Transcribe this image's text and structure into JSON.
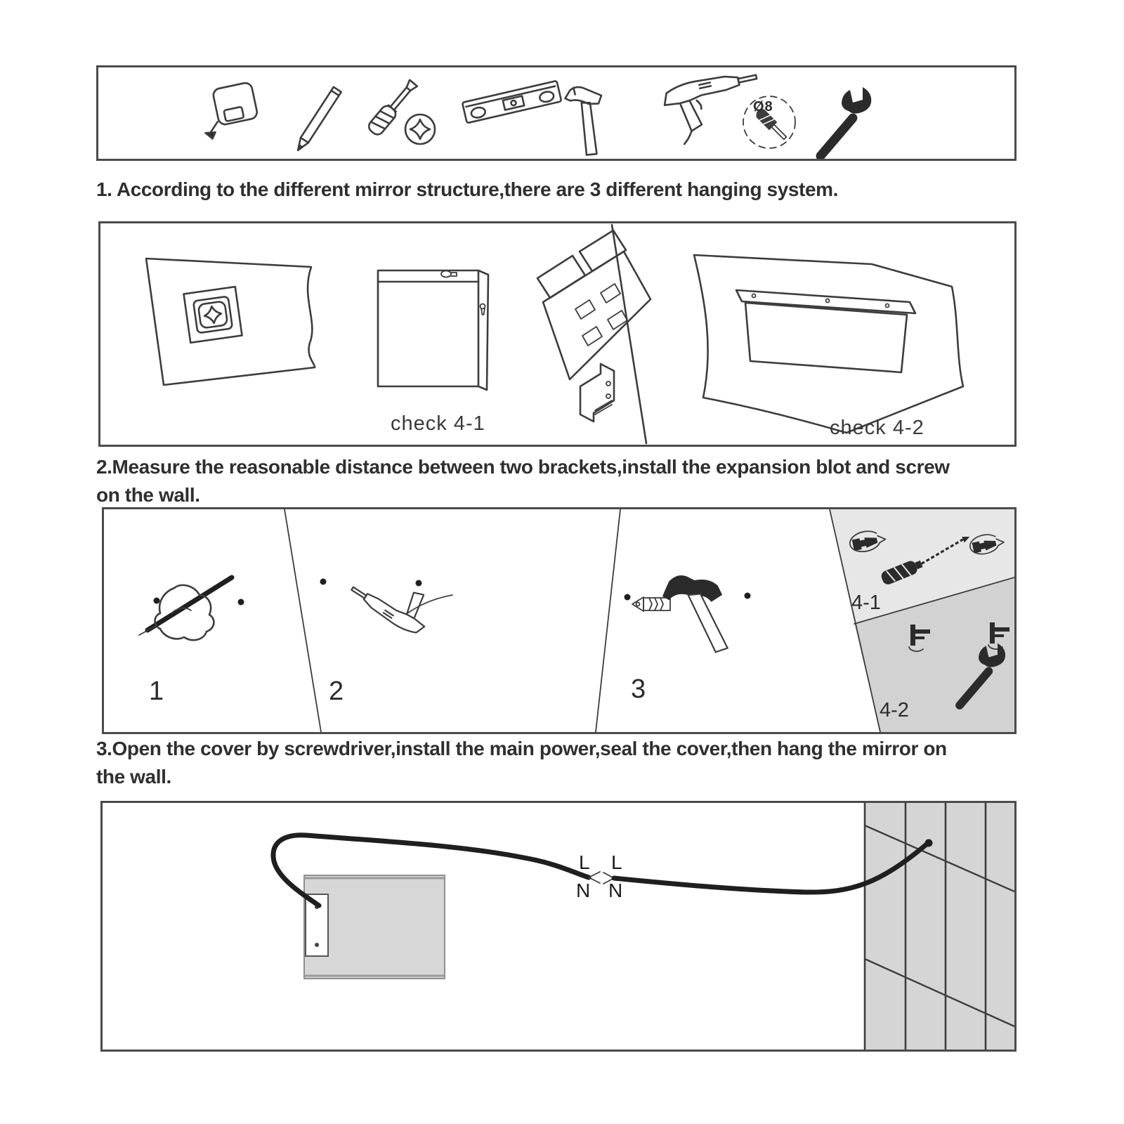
{
  "document": {
    "kind": "mirror installation instruction sheet"
  },
  "tools": {
    "drill_bit_diameter": "Ø8",
    "icons": [
      "tape-measure",
      "pencil",
      "phillips-screwdriver",
      "phillips-symbol",
      "spirit-level",
      "hammer",
      "electric-drill",
      "drill-bit-diameter-callout",
      "wrench"
    ]
  },
  "steps": [
    {
      "lines": [
        "1. According to the different mirror structure,there are 3 different hanging system."
      ]
    },
    {
      "lines": [
        "2.Measure the reasonable distance between two brackets,install the expansion blot and screw",
        "on the wall."
      ]
    },
    {
      "lines": [
        "3.Open the cover by screwdriver,install the main power,seal the cover,then hang the mirror on",
        "the wall."
      ]
    }
  ],
  "hanging_systems": {
    "check_4_1_label": "check 4-1",
    "check_4_2_label": "check 4-2",
    "illustrations": [
      "mirror-back-keyhole-plate",
      "hanging-frame-with-hook",
      "slotted-bracket-plate",
      "z-clip-bracket",
      "mirror-back-rail-bracket"
    ]
  },
  "mounting_steps": {
    "panel_1_label": "1",
    "panel_2_label": "2",
    "panel_3_label": "3",
    "panel_4_1_label": "4-1",
    "panel_4_2_label": "4-2",
    "illustrations": [
      "hand-marking-with-pencil",
      "drilling-holes",
      "expansion-anchor-and-hammer",
      "screws-with-screwdriver",
      "brackets-with-wrench"
    ]
  },
  "wiring": {
    "left_live_label": "L",
    "left_neutral_label": "N",
    "right_live_label": "L",
    "right_neutral_label": "N",
    "illustrations": [
      "power-supply-box",
      "mains-cable",
      "tiled-wall"
    ]
  },
  "colors": {
    "line": "#3d3d3d",
    "panel_4_1_bg": "#e7e7e7",
    "panel_4_2_bg": "#d2d2d2",
    "tile_wall_bg": "#d5d5d5",
    "power_box_bg": "#d7d7d7"
  }
}
